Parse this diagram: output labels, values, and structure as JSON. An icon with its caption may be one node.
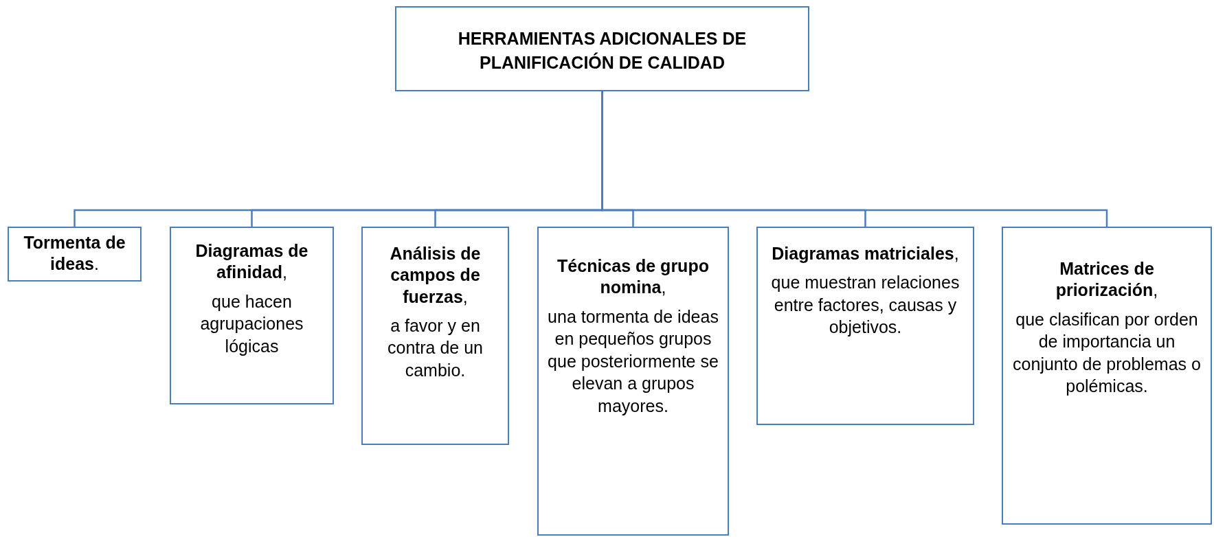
{
  "diagram": {
    "nodes": [
      {
        "text": [
          "HERRAMIENTAS ADICIONALES DE PLANIFICACIÓN DE CALIDAD"
        ]
      },
      {
        "text": [
          "**Tormenta de ideas**."
        ]
      },
      {
        "text": [
          "**Diagramas de afinidad**,",
          "que hacen agrupaciones lógicas"
        ]
      },
      {
        "text": [
          "**Análisis de campos de fuerzas**,",
          "a favor y en contra de un cambio."
        ]
      },
      {
        "text": [
          "**Técnicas de grupo nomina**,",
          "una tormenta de ideas en pequeños grupos que posteriormente se elevan a grupos mayores."
        ]
      },
      {
        "text": [
          "**Diagramas matriciales**,",
          "que muestran relaciones entre factores, causas y objetivos."
        ]
      },
      {
        "text": [
          "**Matrices de priorización**,",
          "que clasifican por orden de importancia un conjunto de problemas o polémicas."
        ]
      }
    ],
    "edges": [
      {
        "from": 0,
        "to": 1,
        "arrow": "none"
      },
      {
        "from": 0,
        "to": 2,
        "arrow": "none"
      },
      {
        "from": 0,
        "to": 3,
        "arrow": "none"
      },
      {
        "from": 0,
        "to": 4,
        "arrow": "none"
      },
      {
        "from": 0,
        "to": 5,
        "arrow": "none"
      },
      {
        "from": 0,
        "to": 6,
        "arrow": "none"
      }
    ]
  }
}
